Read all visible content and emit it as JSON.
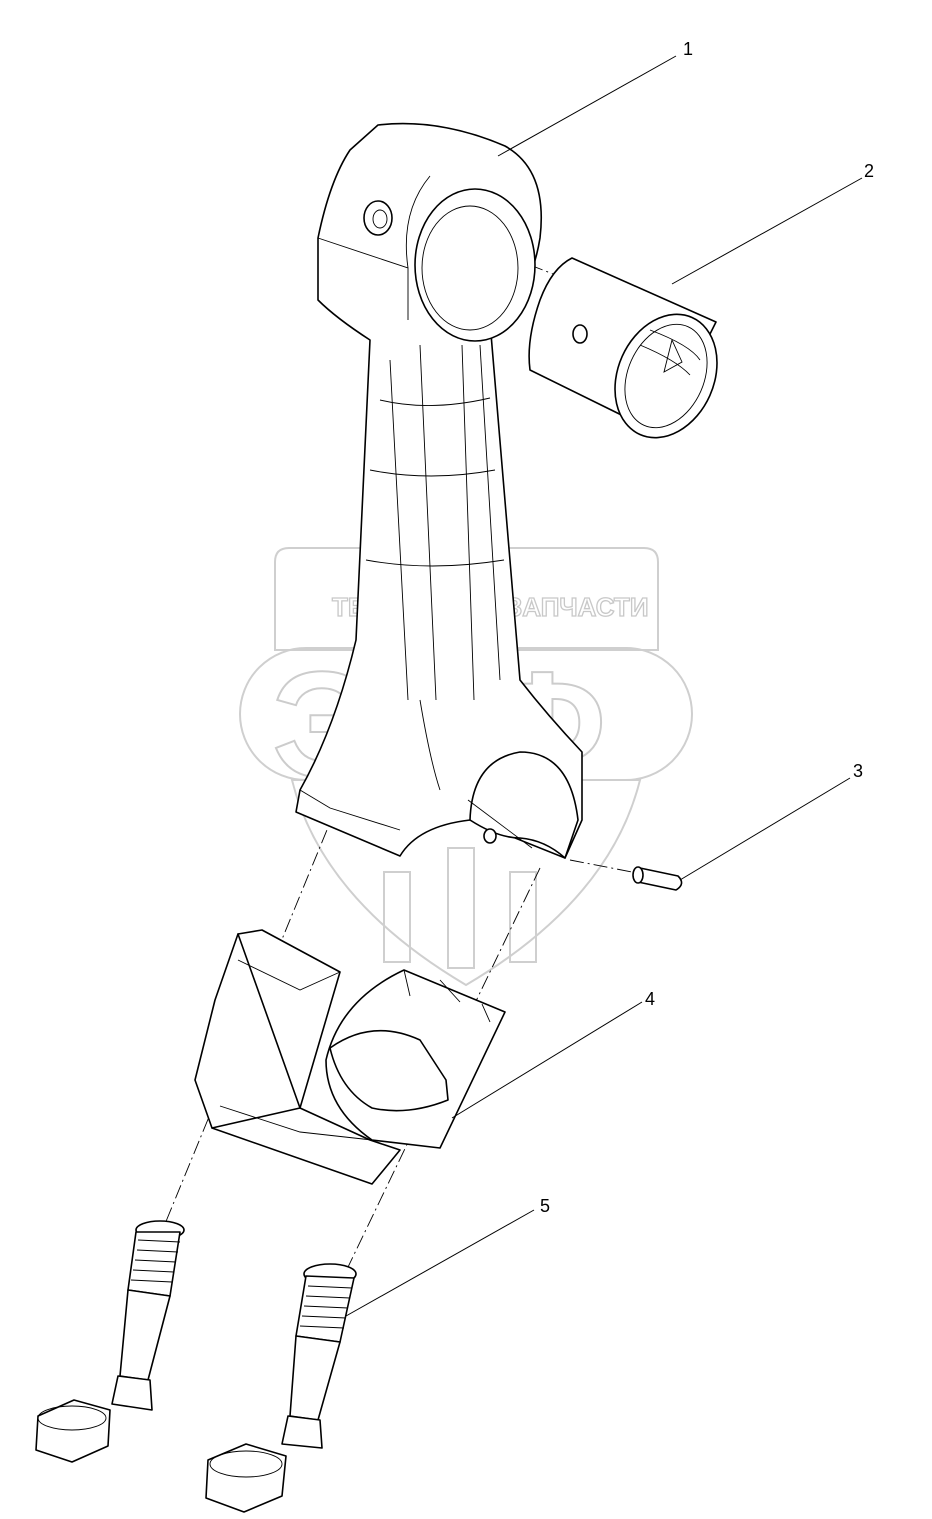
{
  "watermark": {
    "left_text": "ТЕХНИКА",
    "right_text": "ЗАПЧАСТИ",
    "logo_text": "ЭЛФ"
  },
  "callouts": [
    "1",
    "2",
    "3",
    "4",
    "5"
  ],
  "parts": [
    {
      "number": "1",
      "icon": "connecting-rod-icon"
    },
    {
      "number": "2",
      "icon": "bushing-icon"
    },
    {
      "number": "3",
      "icon": "dowel-pin-icon"
    },
    {
      "number": "4",
      "icon": "rod-cap-icon"
    },
    {
      "number": "5",
      "icon": "rod-bolt-icon"
    }
  ]
}
